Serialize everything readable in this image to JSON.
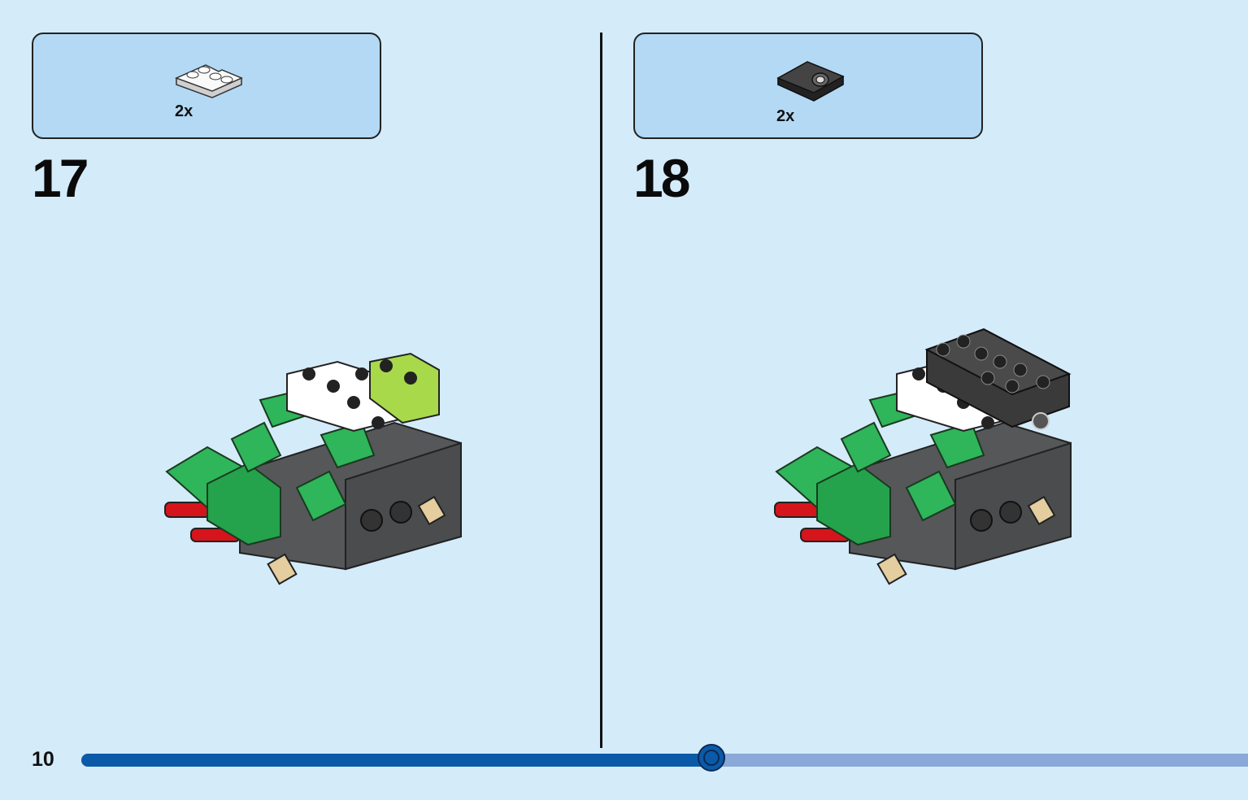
{
  "page_number": "10",
  "progress": 0.54,
  "colors": {
    "background": "#d4ebfa",
    "parts_box": "#b3d9f4",
    "progress_done": "#0b5aa8",
    "progress_remaining": "#8aa8d8",
    "brick_green": "#2fb55a",
    "brick_dark_gray": "#555759",
    "brick_white": "#ffffff",
    "brick_lime": "#a8d94a",
    "brick_red": "#d6141c",
    "brick_tan": "#e4cd9e"
  },
  "steps": [
    {
      "number": "17",
      "part": {
        "icon": "white-corner-plate-icon",
        "quantity": "2x"
      },
      "model": "step-17-model-illustration"
    },
    {
      "number": "18",
      "part": {
        "icon": "black-tile-with-clip-icon",
        "quantity": "2x"
      },
      "model": "step-18-model-illustration"
    }
  ]
}
